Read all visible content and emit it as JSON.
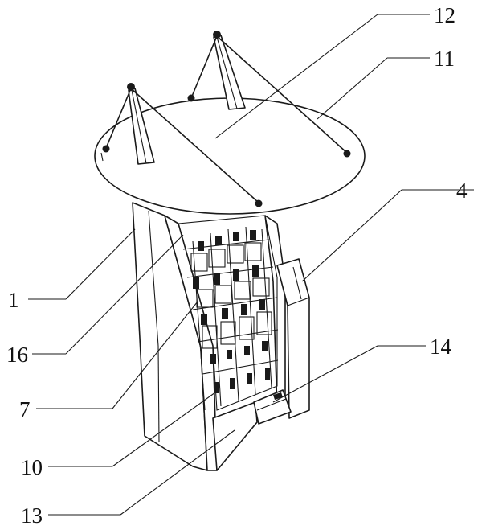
{
  "diagram": {
    "labels": [
      {
        "id": "part-12",
        "text": "12"
      },
      {
        "id": "part-11",
        "text": "11"
      },
      {
        "id": "part-4",
        "text": "4"
      },
      {
        "id": "part-1",
        "text": "1"
      },
      {
        "id": "part-16",
        "text": "16"
      },
      {
        "id": "part-14",
        "text": "14"
      },
      {
        "id": "part-7",
        "text": "7"
      },
      {
        "id": "part-10",
        "text": "10"
      },
      {
        "id": "part-13",
        "text": "13"
      }
    ]
  }
}
